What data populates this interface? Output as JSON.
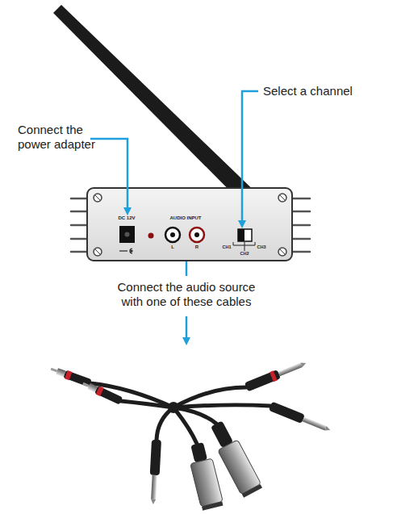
{
  "diagram": {
    "labels": [
      "Select a channel",
      "Connect the power adapter",
      "DC 12V",
      "AUDIO INPUT",
      "L",
      "R",
      "CH1",
      "CH2",
      "CH3",
      "Connect the audio source with one of these cables"
    ]
  }
}
